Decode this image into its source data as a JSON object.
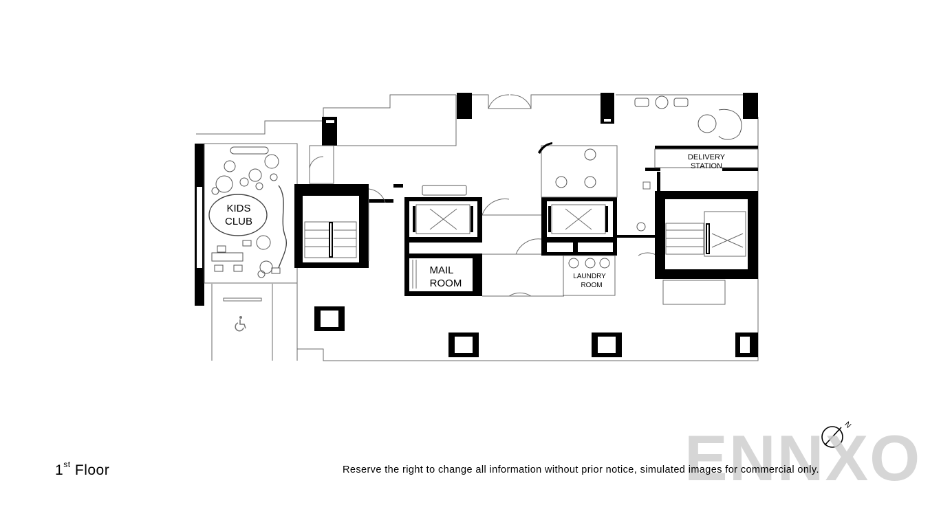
{
  "floor": {
    "number": "1",
    "suffix": "st",
    "label": "Floor"
  },
  "disclaimer": "Reserve the right to change all information without prior notice, simulated images for commercial only.",
  "watermark": "ENNXO",
  "compass": {
    "letter": "N"
  },
  "rooms": {
    "kids_club": [
      "KIDS",
      "CLUB"
    ],
    "mail_room": [
      "MAIL",
      "ROOM"
    ],
    "laundry_room": [
      "LAUNDRY",
      "ROOM"
    ],
    "delivery_station": [
      "DELIVERY",
      "STATION"
    ]
  },
  "icons": {
    "accessible_parking": "wheelchair-icon"
  }
}
